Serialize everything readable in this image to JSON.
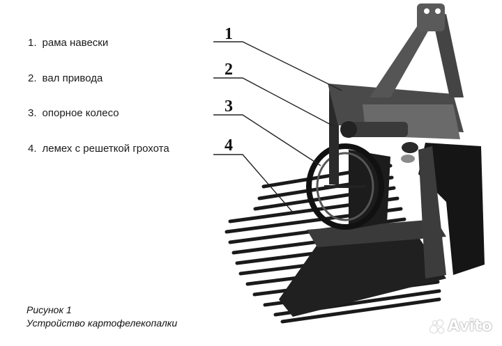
{
  "legend": [
    {
      "num": "1.",
      "text": "рама навески"
    },
    {
      "num": "2.",
      "text": "вал привода"
    },
    {
      "num": "3.",
      "text": "опорное колесо"
    },
    {
      "num": "4.",
      "text": "лемех с решеткой грохота"
    }
  ],
  "callouts": [
    "1",
    "2",
    "3",
    "4"
  ],
  "caption": {
    "line1": "Рисунок 1",
    "line2": "Устройство картофелекопалки"
  },
  "watermark": "Avito"
}
